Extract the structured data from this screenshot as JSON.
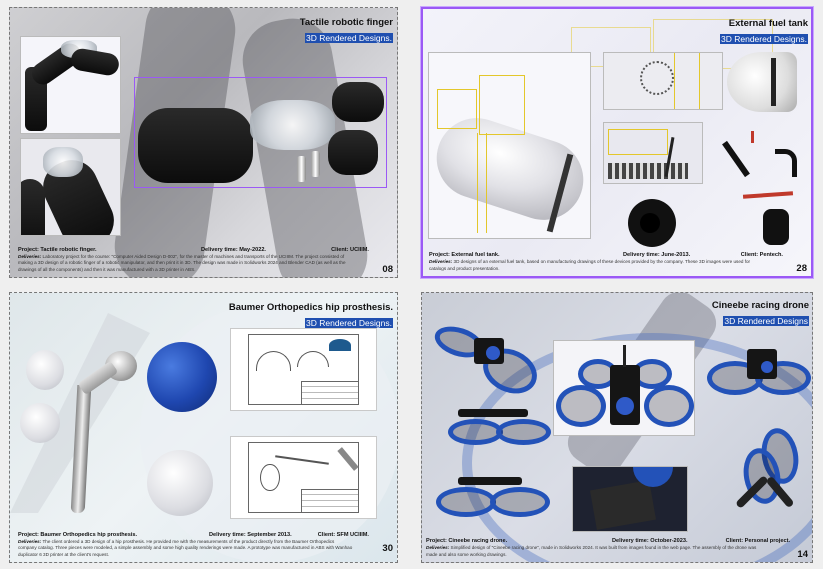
{
  "pages": [
    {
      "id": "tactile-robotic-finger",
      "title": "Tactile robotic finger",
      "subtitle": "3D Rendered Designs.",
      "project_label": "Project: Tactile robotic finger.",
      "delivery_label": "Delivery time: May-2022.",
      "client_label": "Client: UCIIIM.",
      "deliveries_label": "Deliveries:",
      "deliveries_text": "Laboratory project for the course: \"Computer Aided Design D-002\", for the master of machines and transports of the UCIIIM. The project consisted of making a 3D design of a robotic finger of a robotic manipulator, and then print it in 3D. The design was made in Solidworks 2024 and Blender CAD (as well as the drawings of all the components) and then it was manufactured with a 3D printer in ABS.",
      "page_number": "08",
      "selected": false
    },
    {
      "id": "external-fuel-tank",
      "title": "External fuel tank",
      "subtitle": "3D Rendered Designs.",
      "project_label": "Project: External fuel tank.",
      "delivery_label": "Delivery time: June-2013.",
      "client_label": "Client: Pentech.",
      "deliveries_label": "Deliveries:",
      "deliveries_text": "3D designs of an external fuel tank, based on manufacturing drawings of these devices provided by the company. These 3D images were used for catalogs and product presentation.",
      "page_number": "28",
      "selected": true
    },
    {
      "id": "baumer-hip-prosthesis",
      "title": "Baumer Orthopedics hip prosthesis.",
      "subtitle": "3D Rendered Designs.",
      "project_label": "Project: Baumer Orthopedics hip prosthesis.",
      "delivery_label": "Delivery time: September 2013.",
      "client_label": "Client: SFM UCIIIM.",
      "deliveries_label": "Deliveries:",
      "deliveries_text": "The client ordered a 3D design of a hip prosthesis. He provided me with the measurements of the product directly from the Baumer Orthopedics company catalog. Three pieces were modeled, a simple assembly and some high quality renderings were made. A prototype was manufactured in ABS with Wanhao duplicator 6 3D printer at the client's request.",
      "page_number": "30",
      "selected": false
    },
    {
      "id": "cineebe-racing-drone",
      "title": "Cineebe racing drone",
      "subtitle": "3D Rendered Designs",
      "project_label": "Project: Cineebe racing drone.",
      "delivery_label": "Delivery time: October-2023.",
      "client_label": "Client: Personal project.",
      "deliveries_label": "Deliveries:",
      "deliveries_text": "Simplified design of \"Cineebe racing drone\", made in Solidworks 2024. It was built from images found in the web page. The assembly of the drone was made and also some working drawings.",
      "page_number": "14",
      "selected": false
    }
  ],
  "colors": {
    "selection_border": "#9b59f5",
    "subtitle_bg": "#1f4fb0",
    "drone_blue": "#2352b8",
    "rail_yellow": "#e3c72b"
  }
}
